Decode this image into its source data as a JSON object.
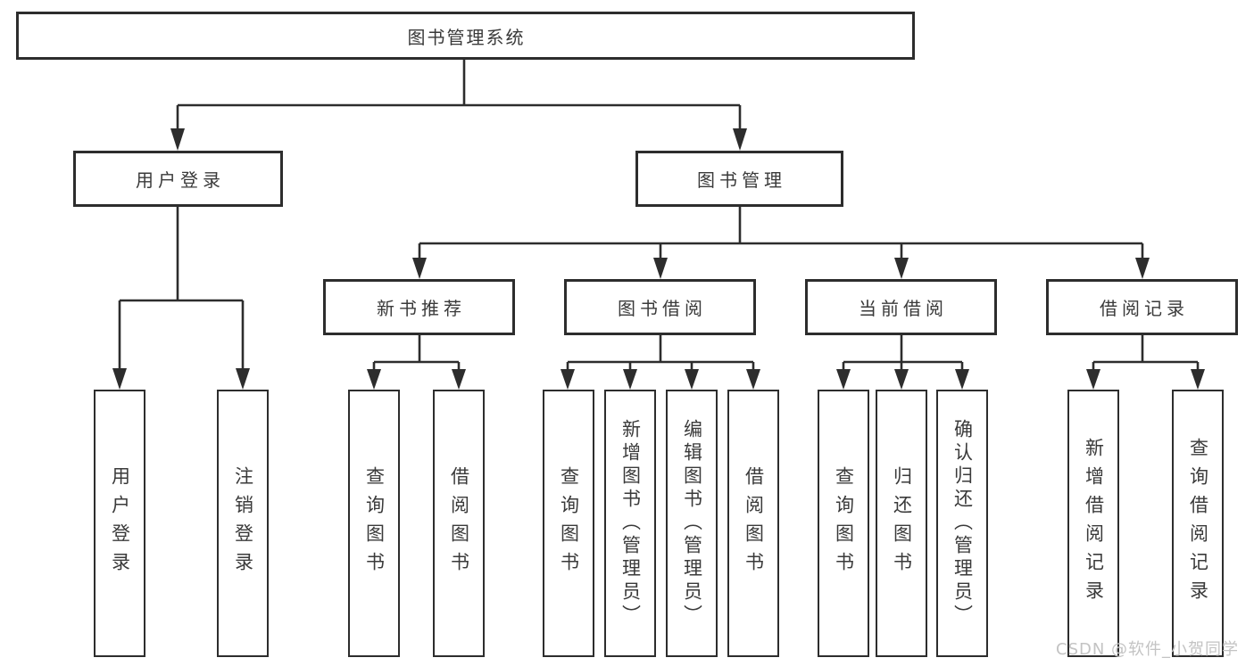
{
  "diagram_type": "hierarchy-tree",
  "colors": {
    "background": "#ffffff",
    "line": "#2d2d2d",
    "box_border": "#2d2d2d",
    "text": "#3a3a3a",
    "watermark_text": "#c3c3c3"
  },
  "watermark": "CSDN @软件_小贺同学",
  "tree": {
    "label": "图书管理系统",
    "children": [
      {
        "label": "用户登录",
        "children": [
          {
            "label": "用户登录"
          },
          {
            "label": "注销登录"
          }
        ]
      },
      {
        "label": "图书管理",
        "children": [
          {
            "label": "新书推荐",
            "children": [
              {
                "label": "查询图书"
              },
              {
                "label": "借阅图书"
              }
            ]
          },
          {
            "label": "图书借阅",
            "children": [
              {
                "label": "查询图书"
              },
              {
                "label": "新增图书（管理员）"
              },
              {
                "label": "编辑图书（管理员）"
              },
              {
                "label": "借阅图书"
              }
            ]
          },
          {
            "label": "当前借阅",
            "children": [
              {
                "label": "查询图书"
              },
              {
                "label": "归还图书"
              },
              {
                "label": "确认归还（管理员）"
              }
            ]
          },
          {
            "label": "借阅记录",
            "children": [
              {
                "label": "新增借阅记录"
              },
              {
                "label": "查询借阅记录"
              }
            ]
          }
        ]
      }
    ]
  }
}
